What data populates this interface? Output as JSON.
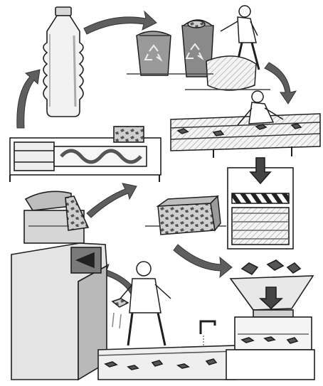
{
  "illustration": {
    "stages": [
      {
        "id": "bottle",
        "icon": "plastic-bottle"
      },
      {
        "id": "recycling-bins",
        "icon": "recycle-symbol"
      },
      {
        "id": "sorting-conveyor",
        "icon": "conveyor-belt"
      },
      {
        "id": "baling-press",
        "icon": "compress-arrow"
      },
      {
        "id": "shredder",
        "icon": "funnel-hopper"
      },
      {
        "id": "washing-tank",
        "icon": "water-tap"
      },
      {
        "id": "melting-dryer",
        "icon": "hopper-chute"
      },
      {
        "id": "extruder",
        "icon": "screw-extruder"
      }
    ],
    "colors": {
      "ink": "#1f1f1f",
      "shade": "#8c8c8c",
      "arrow": "#5e5e5e",
      "paper": "#ffffff"
    }
  }
}
